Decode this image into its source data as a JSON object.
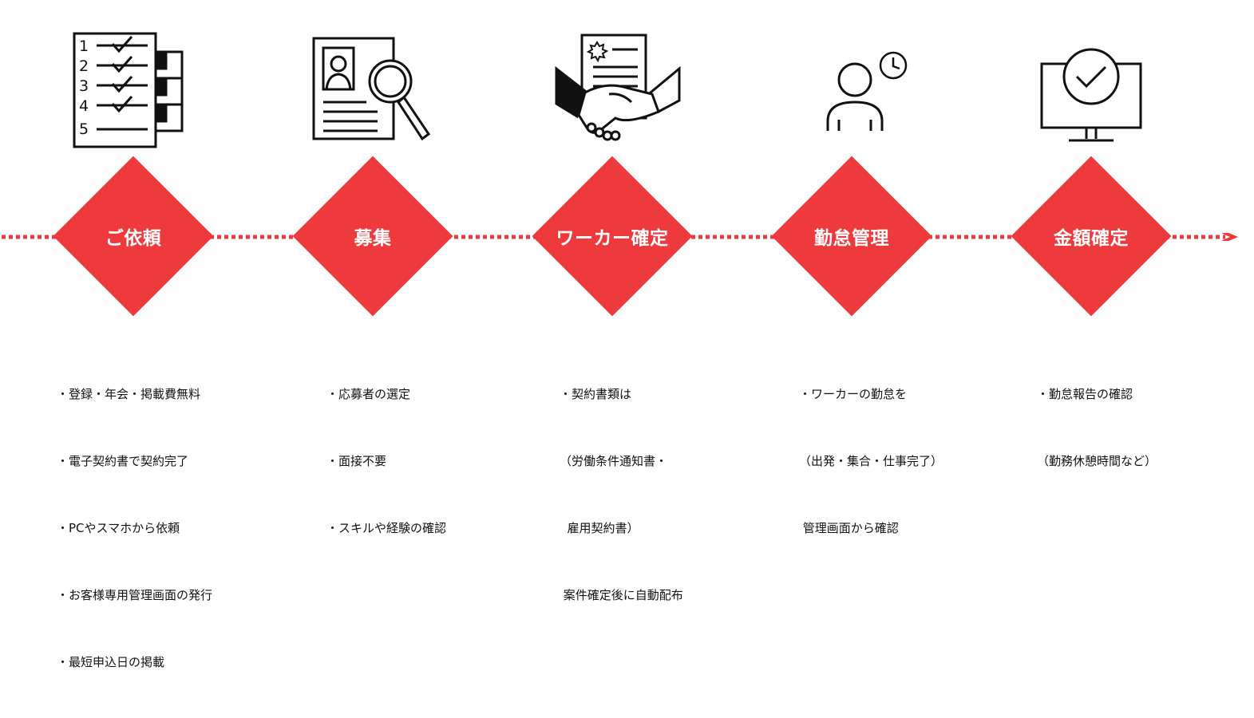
{
  "colors": {
    "accent": "#ef3a3d",
    "text": "#111111",
    "line_art": "#111111"
  },
  "steps": [
    {
      "title": "ご依頼",
      "icon": "checklist-icon",
      "notes": [
        "・登録・年会・掲載費無料",
        "・電子契約書で契約完了",
        "・PCやスマホから依頼",
        "・お客様専用管理画面の発行",
        "・最短申込日の掲載"
      ]
    },
    {
      "title": "募集",
      "icon": "resume-search-icon",
      "notes": [
        "・応募者の選定",
        "・面接不要",
        "・スキルや経験の確認"
      ]
    },
    {
      "title": "ワーカー確定",
      "icon": "handshake-contract-icon",
      "notes": [
        "・契約書類は",
        "（労働条件通知書・",
        "  雇用契約書）",
        " 案件確定後に自動配布"
      ]
    },
    {
      "title": "勤怠管理",
      "icon": "person-clock-icon",
      "notes": [
        "・ワーカーの勤怠を",
        "（出発・集合・仕事完了）",
        " 管理画面から確認"
      ]
    },
    {
      "title": "金額確定",
      "icon": "monitor-check-icon",
      "notes": [
        "・勤怠報告の確認",
        "（勤務休憩時間など）"
      ]
    }
  ]
}
